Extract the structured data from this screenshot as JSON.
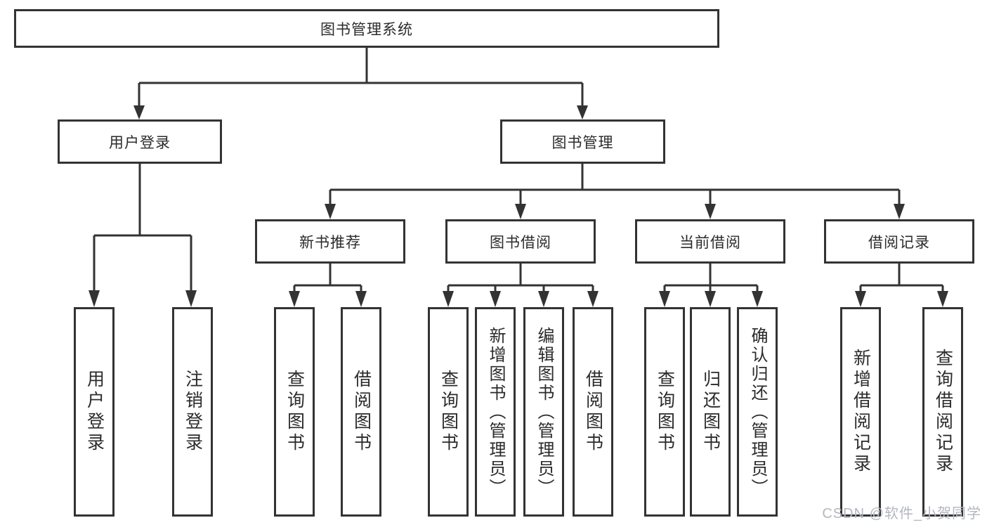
{
  "diagram": {
    "root": "图书管理系统",
    "level2": {
      "user_login": "用户登录",
      "book_mgmt": "图书管理"
    },
    "level3": {
      "new_books": "新书推荐",
      "book_borrow": "图书借阅",
      "current_borrow": "当前借阅",
      "borrow_records": "借阅记录"
    },
    "leaves": {
      "login": [
        "用户登录",
        "注销登录"
      ],
      "new_books": [
        "查询图书",
        "借阅图书"
      ],
      "book_borrow": [
        "查询图书",
        "新增图书（管理员）",
        "编辑图书（管理员）",
        "借阅图书"
      ],
      "current_borrow": [
        "查询图书",
        "归还图书",
        "确认归还（管理员）"
      ],
      "borrow_records": [
        "新增借阅记录",
        "查询借阅记录"
      ]
    }
  },
  "watermark": "CSDN @软件_小贺同学",
  "colors": {
    "line": "#333333",
    "text": "#2b2b2b",
    "watermark": "#b3b7bd",
    "background": "#ffffff"
  }
}
